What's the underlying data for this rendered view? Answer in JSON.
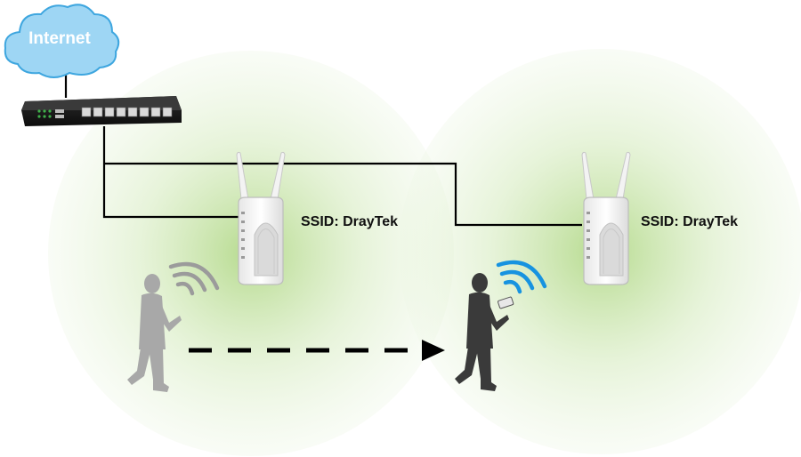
{
  "cloud": {
    "label": "Internet"
  },
  "access_points": [
    {
      "ssid_label": "SSID: DrayTek"
    },
    {
      "ssid_label": "SSID: DrayTek"
    }
  ],
  "colors": {
    "coverage_center": "#a9d47a",
    "cloud_fill": "#9ed6f4",
    "cloud_stroke": "#3ea6df",
    "wifi_active": "#1793e0",
    "wifi_inactive": "#9b9b9b",
    "person_active": "#3a3a3a",
    "person_ghost": "#a8a8a8",
    "cable": "#000000"
  }
}
